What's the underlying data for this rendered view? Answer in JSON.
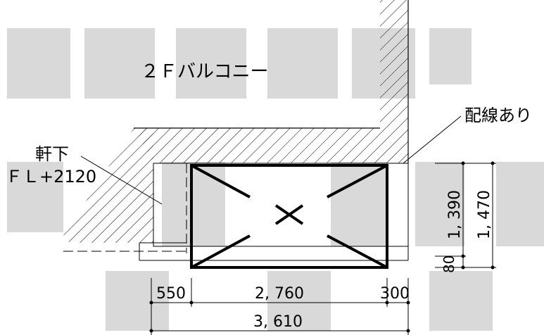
{
  "labels": {
    "balcony": "２Ｆバルコニー",
    "wiring": "配線あり",
    "eaves": "軒下",
    "floor_level": "ＦＬ+2120"
  },
  "dimensions": {
    "left": "550",
    "center": "2, 760",
    "right": "300",
    "total": "3, 610",
    "height_inner": "1, 390",
    "height_outer": "1, 470",
    "bottom": "80"
  },
  "watermark": {
    "description_visible": false,
    "color": "#d9d9d9"
  },
  "colors": {
    "line": "#000000",
    "background": "#ffffff"
  }
}
